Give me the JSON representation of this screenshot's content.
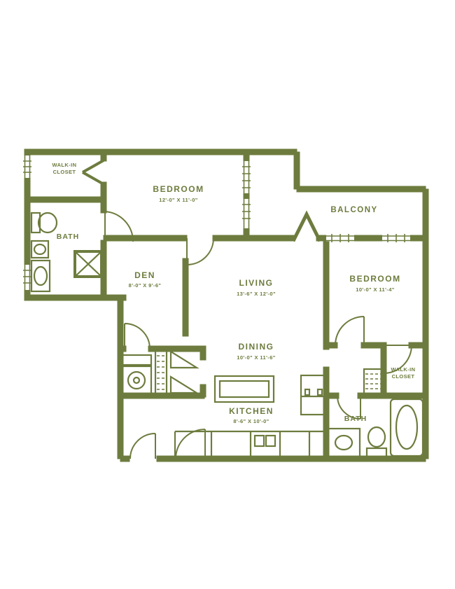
{
  "plan": {
    "ink_color": "#6D7C3E",
    "background_color": "#FFFFFF",
    "rooms": {
      "walk_in_closet_1": {
        "line1": "WALK-IN",
        "line2": "CLOSET"
      },
      "bedroom_1": {
        "name": "BEDROOM",
        "dims": "12'-0\" X 11'-0\""
      },
      "bath_1": {
        "name": "BATH"
      },
      "den": {
        "name": "DEN",
        "dims": "8'-0\" X 9'-6\""
      },
      "living": {
        "name": "LIVING",
        "dims": "13'-6\" X 12'-0\""
      },
      "balcony": {
        "name": "BALCONY"
      },
      "bedroom_2": {
        "name": "BEDROOM",
        "dims": "10'-0\" X 11'-4\""
      },
      "dining": {
        "name": "DINING",
        "dims": "10'-0\" X 11'-6\""
      },
      "kitchen": {
        "name": "KITCHEN",
        "dims": "8'-6\" X 10'-0\""
      },
      "walk_in_closet_2": {
        "line1": "WALK-IN",
        "line2": "CLOSET"
      },
      "bath_2": {
        "name": "BATH"
      }
    }
  }
}
